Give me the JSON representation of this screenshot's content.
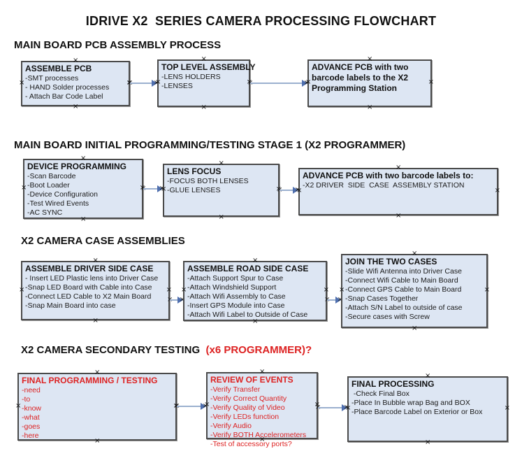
{
  "title": "IDRIVE X2  SERIES CAMERA PROCESSING FLOWCHART",
  "colors": {
    "box_fill": "#dde6f3",
    "box_border": "#4a4a4a",
    "red_text": "#dd2222",
    "connector_line": "#9bb0cf",
    "connector_arrowhead": "#4f6fae"
  },
  "sections": [
    {
      "heading": "MAIN BOARD PCB ASSEMBLY PROCESS",
      "boxes": [
        {
          "title": "ASSEMBLE PCB",
          "items": [
            "-SMT processes",
            "- HAND Solder processes",
            "- Attach Bar Code Label"
          ]
        },
        {
          "title": "TOP LEVEL ASSEMBLY",
          "items": [
            "-LENS HOLDERS",
            "-LENSES"
          ]
        },
        {
          "title": "ADVANCE PCB with two barcode labels to the  X2 Programming Station",
          "items": []
        }
      ]
    },
    {
      "heading": "MAIN BOARD INITIAL PROGRAMMING/TESTING STAGE 1 (X2 PROGRAMMER)",
      "boxes": [
        {
          "title": "DEVICE PROGRAMMING",
          "items": [
            "-Scan Barcode",
            "-Boot Loader",
            "-Device Configuration",
            "-Test Wired Events",
            "-AC SYNC"
          ]
        },
        {
          "title": "LENS FOCUS",
          "items": [
            "-FOCUS BOTH LENSES",
            "-GLUE LENSES"
          ]
        },
        {
          "title": "ADVANCE PCB with two barcode labels to:",
          "items": [
            "-X2 DRIVER  SIDE  CASE  ASSEMBLY STATION"
          ]
        }
      ]
    },
    {
      "heading": "X2 CAMERA CASE ASSEMBLIES",
      "boxes": [
        {
          "title": "ASSEMBLE DRIVER SIDE CASE",
          "items": [
            "- Insert LED Plastic lens into Driver Case",
            "-Snap LED Board with Cable into Case",
            "-Connect LED Cable to X2 Main Board",
            "-Snap Main Board into case"
          ]
        },
        {
          "title": "ASSEMBLE ROAD SIDE CASE",
          "items": [
            "-Attach Support Spur to Case",
            "-Attach Windshield Support",
            "-Attach Wifi Assembly to Case",
            "-Insert GPS Module into Case",
            "-Attach Wifi Label to Outside of Case"
          ]
        },
        {
          "title": "JOIN THE TWO CASES",
          "items": [
            "-Slide Wifi Antenna into Driver Case",
            "-Connect Wifi Cable to Main Board",
            "-Connect GPS Cable to Main Board",
            "-Snap Cases Together",
            "-Attach S/N Label to outside of case",
            "-Secure cases with Screw"
          ]
        }
      ]
    },
    {
      "heading": "X2 CAMERA SECONDARY TESTING ",
      "heading_suffix": " (x6 PROGRAMMER)?",
      "boxes": [
        {
          "title": "FINAL PROGRAMMING / TESTING",
          "items": [
            "-need",
            "-to",
            "-know",
            "-what",
            "-goes",
            "-here"
          ]
        },
        {
          "title": "REVIEW OF EVENTS",
          "items": [
            "-Verify Transfer",
            "-Verify Correct Quantity",
            "-Verify Quality of Video",
            "-Verify LEDs function",
            "-Verify Audio",
            "-Verify BOTH Accelerometers",
            "-Test of accessory ports?"
          ]
        },
        {
          "title": "FINAL PROCESSING",
          "items": [
            " -Check Final Box",
            "-Place In Bubble wrap Bag and BOX",
            "-Place Barcode Label on Exterior or Box"
          ]
        }
      ]
    }
  ]
}
